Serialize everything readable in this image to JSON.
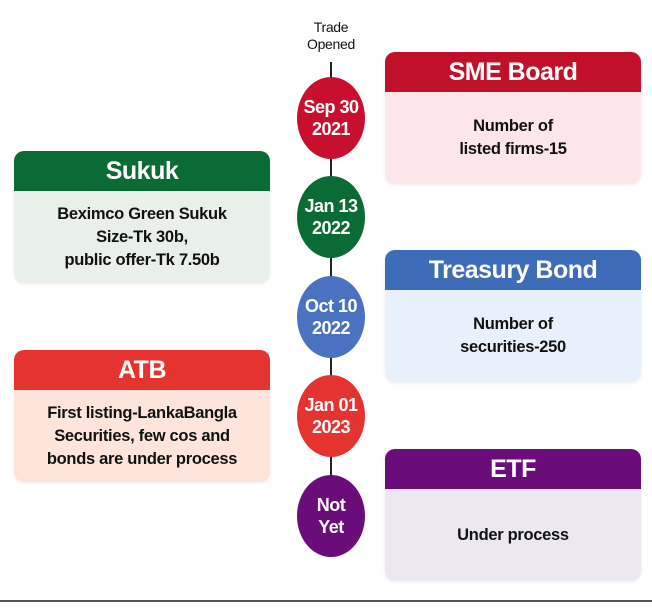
{
  "header": {
    "trade_opened": [
      "Trade",
      "Opened"
    ]
  },
  "timeline": [
    {
      "date": [
        "Sep 30",
        "2021"
      ],
      "color": "#c8102e"
    },
    {
      "date": [
        "Jan 13",
        "2022"
      ],
      "color": "#0b6b35"
    },
    {
      "date": [
        "Oct 10",
        "2022"
      ],
      "color": "#4a72c0"
    },
    {
      "date": [
        "Jan 01",
        "2023"
      ],
      "color": "#e53330"
    },
    {
      "date": [
        "Not",
        "Yet"
      ],
      "color": "#6a0c7a"
    }
  ],
  "cards": [
    {
      "title": "SME Board",
      "lines": [
        "Number of",
        "listed firms-15"
      ],
      "header_color": "#c0102a",
      "body_color": "#fce6ea"
    },
    {
      "title": "Sukuk",
      "lines": [
        "Beximco Green Sukuk",
        "Size-Tk 30b,",
        "public offer-Tk 7.50b"
      ],
      "header_color": "#0b6b35",
      "body_color": "#e9f0ea"
    },
    {
      "title": "Treasury Bond",
      "lines": [
        "Number of",
        "securities-250"
      ],
      "header_color": "#3f6cb8",
      "body_color": "#e8f0fb"
    },
    {
      "title": "ATB",
      "lines": [
        "First listing-LankaBangla",
        "Securities, few cos and",
        "bonds are under process"
      ],
      "header_color": "#e53330",
      "body_color": "#fde5dc"
    },
    {
      "title": "ETF",
      "lines": [
        "Under process"
      ],
      "header_color": "#6a0c7a",
      "body_color": "#ece8f1"
    }
  ]
}
